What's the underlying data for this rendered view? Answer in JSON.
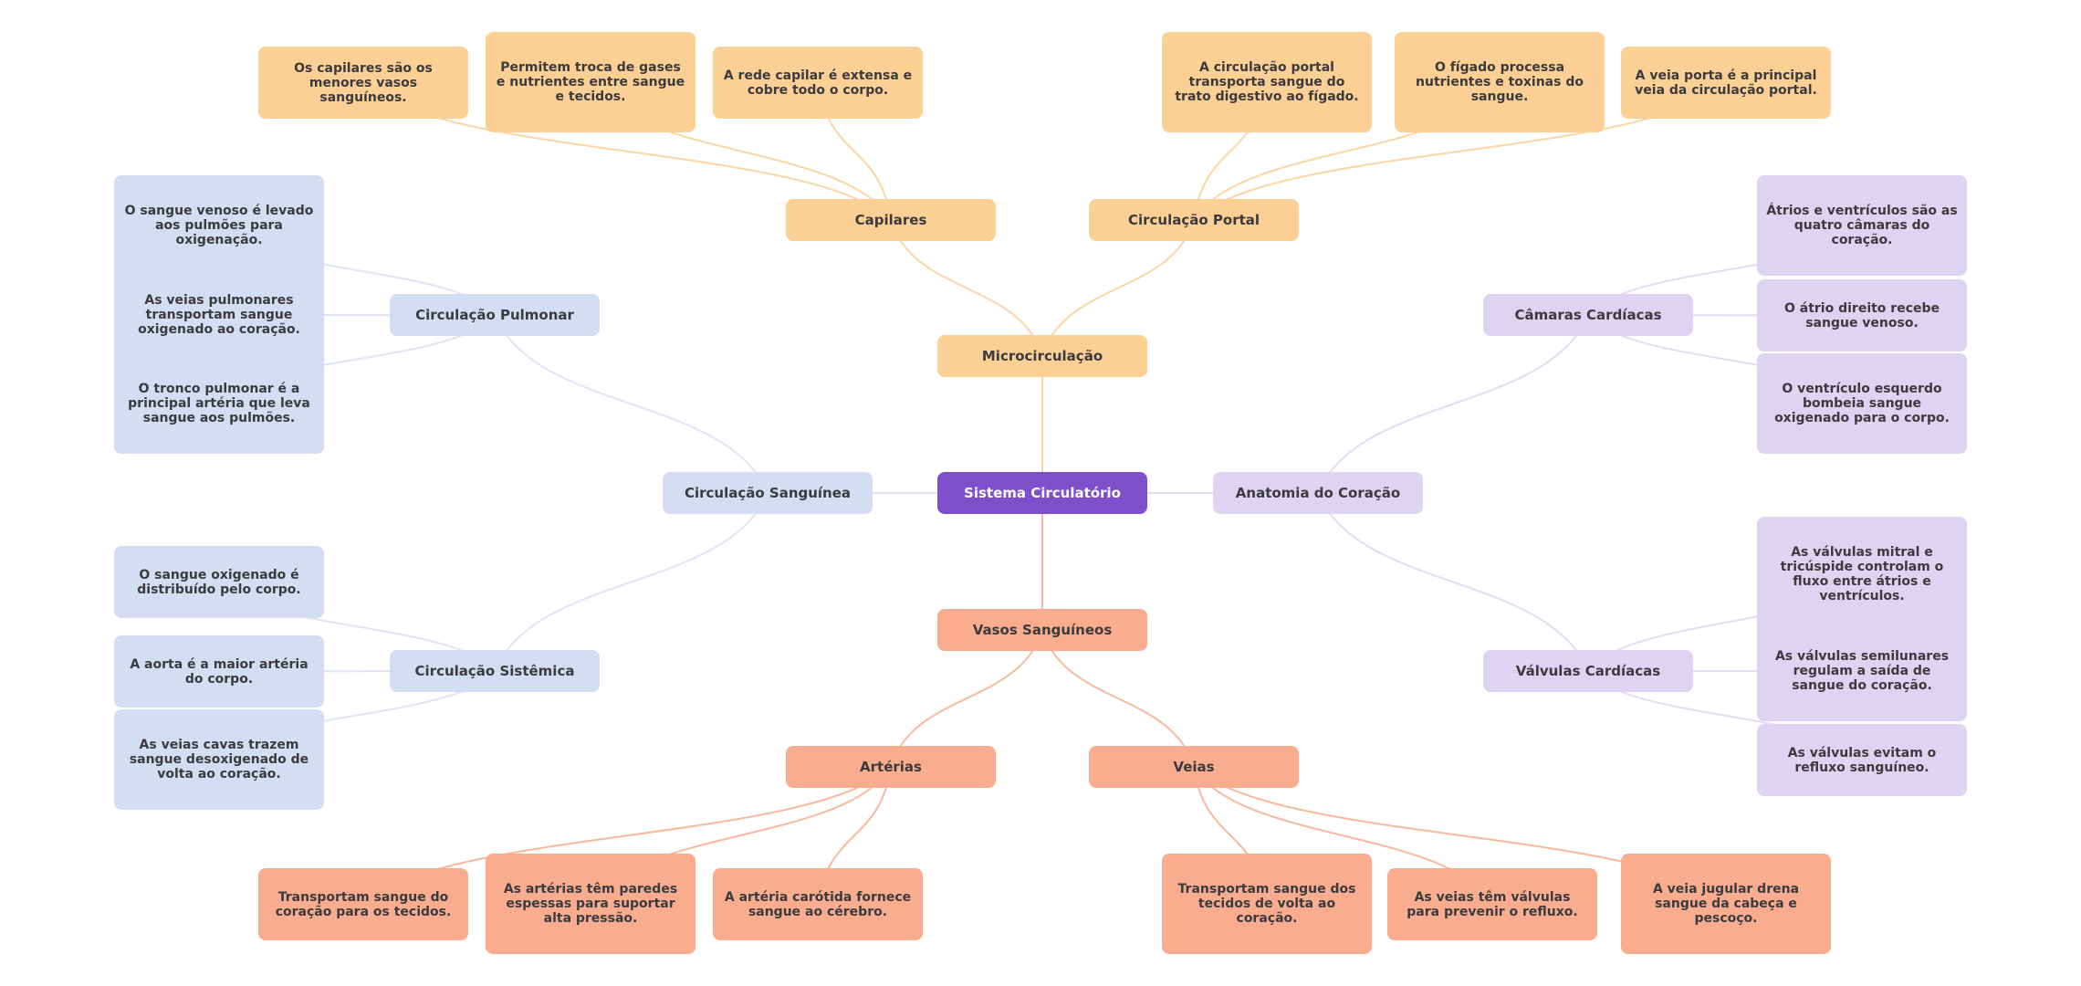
{
  "title": "Sistema Circulatório",
  "colors": {
    "root": "#7e4fcb",
    "microcirculacao": "#fcd094",
    "vasos": "#f9ad8e",
    "circulacao": "#d5ddf2",
    "anatomia": "#ded3f0",
    "edge_micro": "#fcd5a4",
    "edge_vasos": "#f9b89c",
    "edge_circ": "#dfe5f5",
    "edge_anat": "#e4dbf4"
  },
  "root": {
    "label": "Sistema Circulatório"
  },
  "branches": {
    "microcirculacao": {
      "label": "Microcirculação",
      "children": {
        "capilares": {
          "label": "Capilares",
          "leaves": [
            "Os capilares são os menores vasos sanguíneos.",
            "Permitem troca de gases e nutrientes entre sangue e tecidos.",
            "A rede capilar é extensa e cobre todo o corpo."
          ]
        },
        "portal": {
          "label": "Circulação Portal",
          "leaves": [
            "A circulação portal transporta sangue do trato digestivo ao fígado.",
            "O fígado processa nutrientes e toxinas do sangue.",
            "A veia porta é a principal veia da circulação portal."
          ]
        }
      }
    },
    "circulacao": {
      "label": "Circulação Sanguínea",
      "children": {
        "pulmonar": {
          "label": "Circulação Pulmonar",
          "leaves": [
            "O sangue venoso é levado aos pulmões para oxigenação.",
            "As veias pulmonares transportam sangue oxigenado ao coração.",
            "O tronco pulmonar é a principal artéria que leva sangue aos pulmões."
          ]
        },
        "sistemica": {
          "label": "Circulação Sistêmica",
          "leaves": [
            "O sangue oxigenado é distribuído pelo corpo.",
            "A aorta é a maior artéria do corpo.",
            "As veias cavas trazem sangue desoxigenado de volta ao coração."
          ]
        }
      }
    },
    "anatomia": {
      "label": "Anatomia do Coração",
      "children": {
        "camaras": {
          "label": "Câmaras Cardíacas",
          "leaves": [
            "Átrios e ventrículos são as quatro câmaras do coração.",
            "O átrio direito recebe sangue venoso.",
            "O ventrículo esquerdo bombeia sangue oxigenado para o corpo."
          ]
        },
        "valvulas": {
          "label": "Válvulas Cardíacas",
          "leaves": [
            "As válvulas mitral e tricúspide controlam o fluxo entre átrios e ventrículos.",
            "As válvulas semilunares regulam a saída de sangue do coração.",
            "As válvulas evitam o refluxo sanguíneo."
          ]
        }
      }
    },
    "vasos": {
      "label": "Vasos Sanguíneos",
      "children": {
        "arterias": {
          "label": "Artérias",
          "leaves": [
            "Transportam sangue do coração para os tecidos.",
            "As artérias têm paredes espessas para suportar alta pressão.",
            "A artéria carótida fornece sangue ao cérebro."
          ]
        },
        "veias": {
          "label": "Veias",
          "leaves": [
            "Transportam sangue dos tecidos de volta ao coração.",
            "As veias têm válvulas para prevenir o refluxo.",
            "A veia jugular drena sangue da cabeça e pescoço."
          ]
        }
      }
    }
  }
}
